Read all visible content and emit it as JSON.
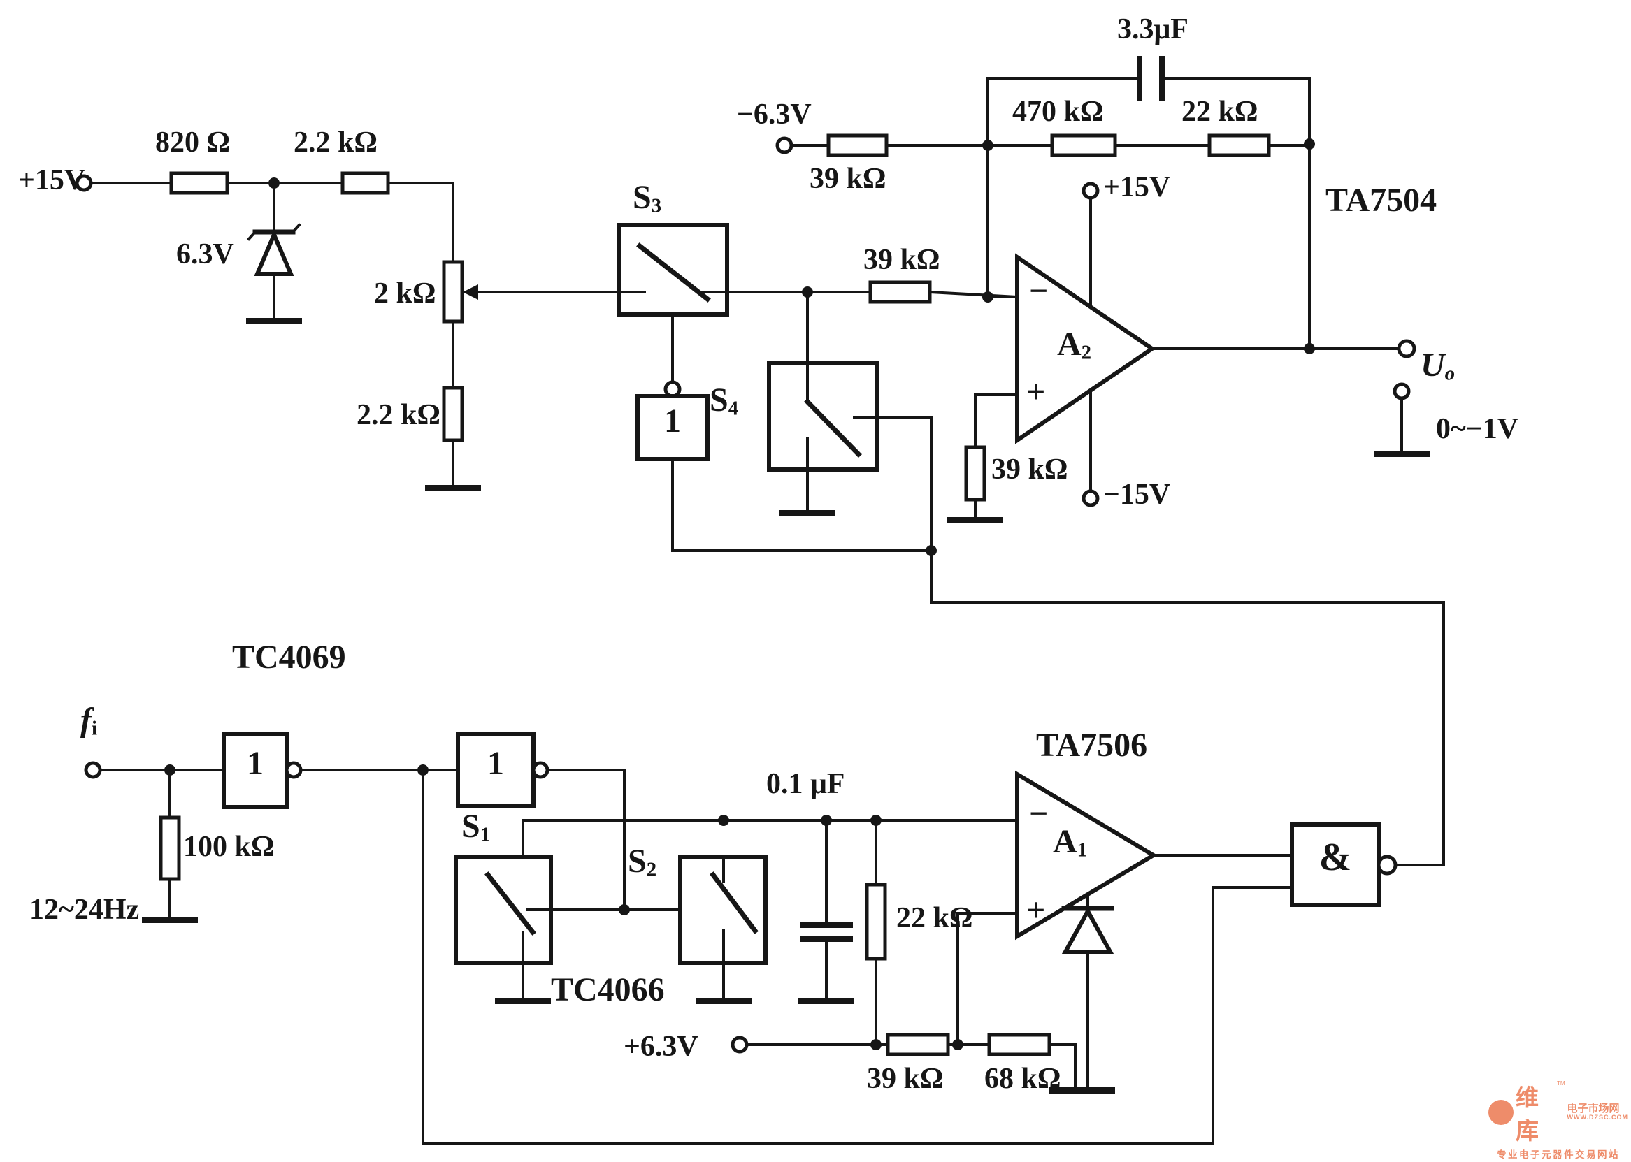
{
  "top_section": {
    "supply_pos15": "+15V",
    "r820": "820 Ω",
    "r2k2_series": "2.2 kΩ",
    "zener_6v3": "6.3V",
    "pot_2k": "2 kΩ",
    "r2k2_lower": "2.2 kΩ",
    "sw3": {
      "main": "S",
      "sub": "3"
    },
    "sw3_inverter": "1",
    "sw4": {
      "main": "S",
      "sub": "4"
    },
    "supply_neg6v3": "−6.3V",
    "r39k_in": "39 kΩ",
    "r39k_sum": "39 kΩ",
    "r470k": "470 kΩ",
    "r22k_fb": "22 kΩ",
    "c3u3": "3.3μF",
    "opamp2": {
      "main": "A",
      "sub": "2"
    },
    "opamp2_minus": "−",
    "opamp2_plus": "+",
    "opamp2_ic": "TA7504",
    "opamp2_vpos": "+15V",
    "opamp2_vneg": "−15V",
    "r39k_gnd": "39 kΩ",
    "uo": {
      "main": "U",
      "sub": "o"
    },
    "uo_range": "0~−1V"
  },
  "bottom_section": {
    "fi": {
      "main": "f",
      "sub": "i"
    },
    "fi_range": "12~24Hz",
    "r100k": "100 kΩ",
    "inverter_ic": "TC4069",
    "inv1": "1",
    "inv2": "1",
    "sw1": {
      "main": "S",
      "sub": "1"
    },
    "sw2": {
      "main": "S",
      "sub": "2"
    },
    "switch_ic": "TC4066",
    "c0u1": "0.1 μF",
    "r22k": "22 kΩ",
    "supply_pos6v3": "+6.3V",
    "r39k": "39 kΩ",
    "r68k": "68 kΩ",
    "opamp1": {
      "main": "A",
      "sub": "1"
    },
    "opamp1_minus": "−",
    "opamp1_plus": "+",
    "opamp1_ic": "TA7506",
    "nand": "&"
  },
  "watermark": {
    "brand": "维库",
    "tm": "TM",
    "name": "电子市场网",
    "url": "WWW.DZSC.COM",
    "slogan": "专业电子元器件交易网站",
    "color": "#ee8c6a"
  },
  "colors": {
    "line": "#161616",
    "background": "#ffffff"
  }
}
